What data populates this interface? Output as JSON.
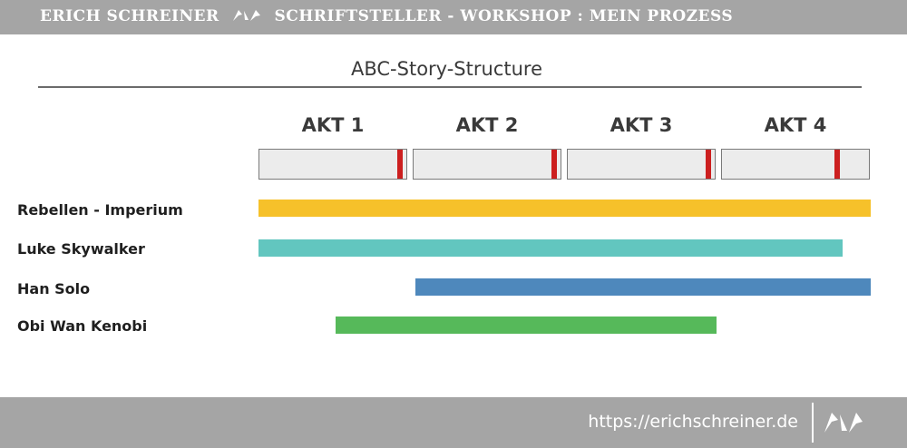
{
  "header": {
    "title_left": "ERICH SCHREINER",
    "title_right": "SCHRIFTSTELLER - WORKSHOP : MEIN PROZESS"
  },
  "title": "ABC-Story-Structure",
  "acts": [
    {
      "label": "AKT 1",
      "marker_fraction": 0.96
    },
    {
      "label": "AKT 2",
      "marker_fraction": 0.96
    },
    {
      "label": "AKT 3",
      "marker_fraction": 0.96
    },
    {
      "label": "AKT 4",
      "marker_fraction": 0.79
    }
  ],
  "storylines": [
    {
      "label": "Rebellen - Imperium",
      "start": 0.0,
      "end": 4.0,
      "color": "#f6c12a"
    },
    {
      "label": "Luke Skywalker",
      "start": 0.0,
      "end": 3.79,
      "color": "#62c6bf"
    },
    {
      "label": "Han Solo",
      "start": 1.02,
      "end": 3.99,
      "color": "#4e88bc"
    },
    {
      "label": "Obi Wan Kenobi",
      "start": 0.5,
      "end": 2.97,
      "color": "#56b95a"
    }
  ],
  "marker_color": "#cc1f1f",
  "footer": {
    "url": "https://erichschreiner.de"
  }
}
